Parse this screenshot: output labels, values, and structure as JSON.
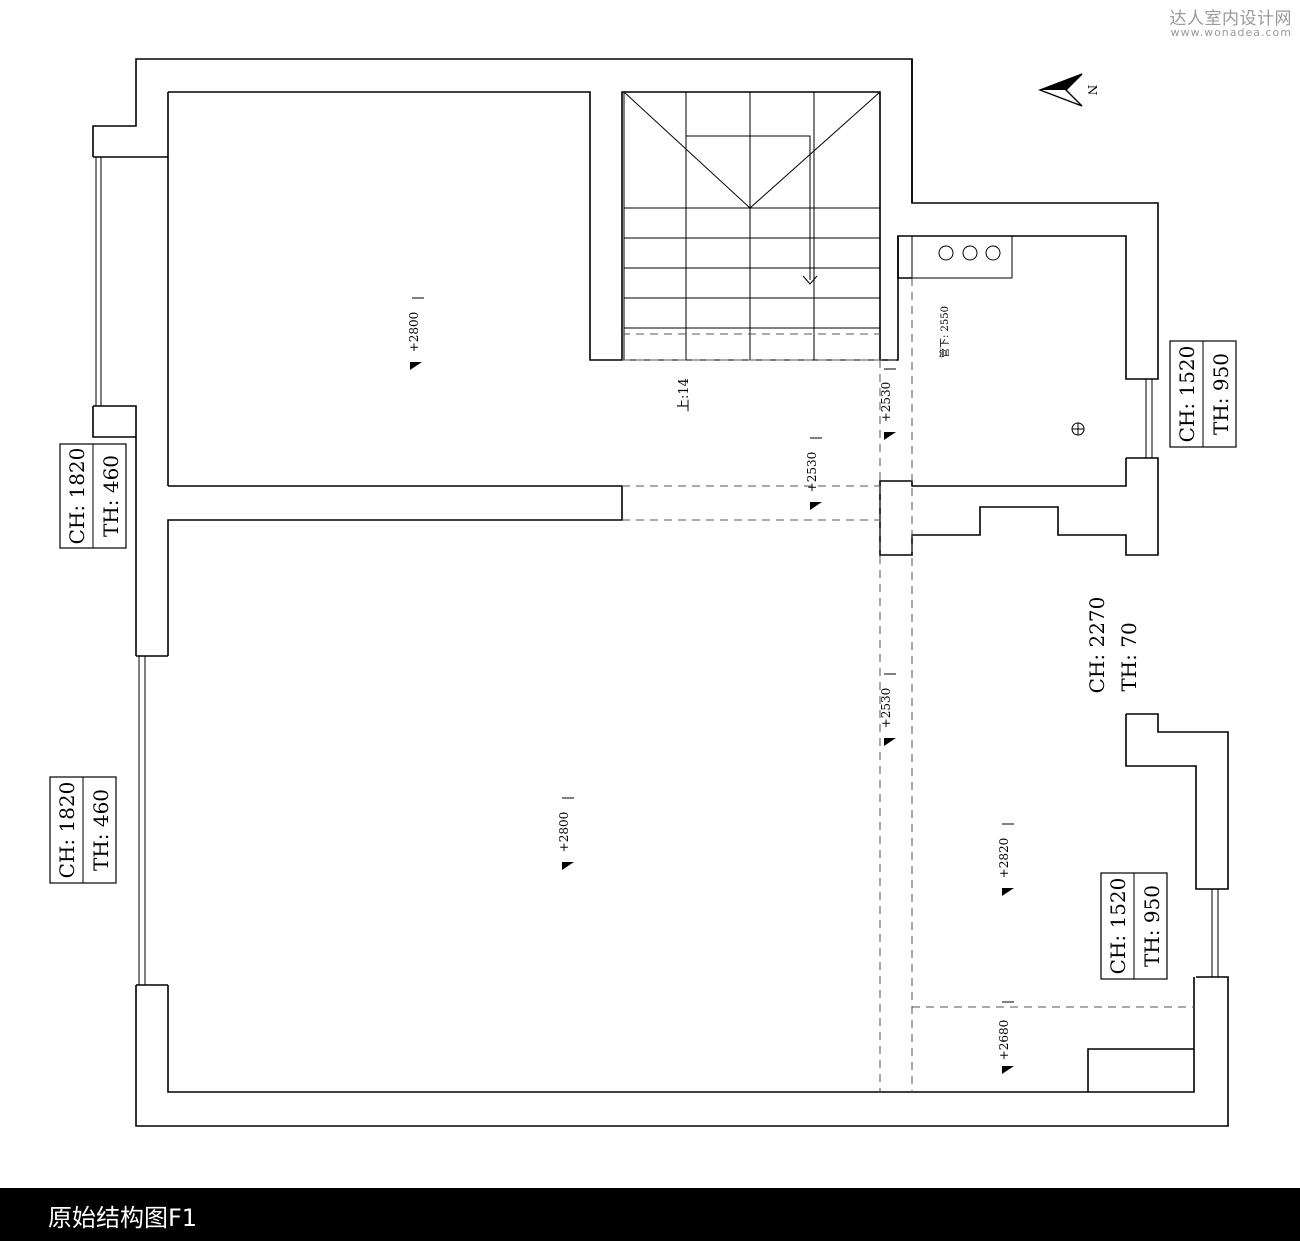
{
  "watermark": {
    "site_name": "达人室内设计网",
    "url": "www.wonadea.com"
  },
  "caption": "原始结构图F1",
  "compass": {
    "label": "N"
  },
  "stairs": {
    "label": "上:14"
  },
  "pipe_note": "管下: 2550",
  "elevations": {
    "upper_left_room": "+2800",
    "stair_landing": "+2530",
    "corridor_mid": "+2530",
    "corridor_lower": "+2530",
    "main_hall": "+2800",
    "right_room": "+2820",
    "lower_right": "+2680"
  },
  "window_tags": {
    "upper_left": {
      "ch": "CH: 1820",
      "th": "TH: 460"
    },
    "lower_left": {
      "ch": "CH: 1820",
      "th": "TH: 460"
    },
    "upper_right": {
      "ch": "CH: 1520",
      "th": "TH: 950"
    },
    "lower_right": {
      "ch": "CH: 1520",
      "th": "TH: 950"
    }
  },
  "opening_tag": {
    "ch": "CH: 2270",
    "th": "TH: 70"
  }
}
